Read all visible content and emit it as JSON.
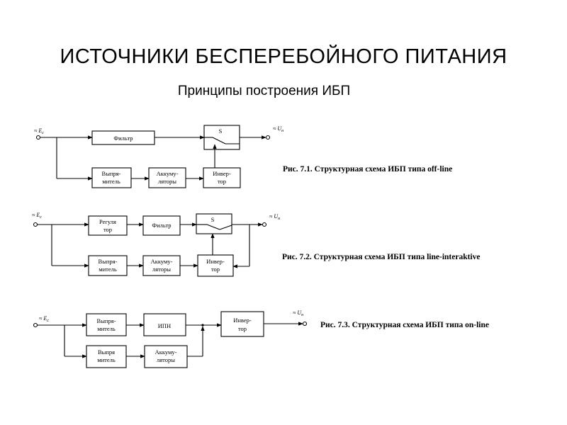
{
  "title": "ИСТОЧНИКИ БЕСПЕРЕБОЙНОГО ПИТАНИЯ",
  "subtitle": "Принципы построения ИБП",
  "diagrams": [
    {
      "caption": "Рис. 7.1. Структурная схема ИБП типа off-line",
      "input": "≈ E",
      "input_sub": "c",
      "output": "≈  U",
      "output_sub": "н",
      "blocks": {
        "filter": "Фильтр",
        "switch": "S",
        "rect_1": "Выпря-",
        "rect_2": "митель",
        "acc_1": "Аккуму-",
        "acc_2": "ляторы",
        "inv_1": "Инвер-",
        "inv_2": "тор"
      }
    },
    {
      "caption": "Рис. 7.2. Структурная схема ИБП типа line-interaktive",
      "input": "≈ E",
      "input_sub": "c",
      "output": "≈ U",
      "output_sub": "н",
      "blocks": {
        "reg_1": "Регуля",
        "reg_2": "тор",
        "filter": "Фильтр",
        "switch": "S",
        "rect_1": "Выпря-",
        "rect_2": "митель",
        "acc_1": "Аккуму-",
        "acc_2": "ляторы",
        "inv_1": "Инвер-",
        "inv_2": "тор"
      }
    },
    {
      "caption": "Рис. 7.3. Структурная схема ИБП типа on-line",
      "input": "≈ E",
      "input_sub": "c",
      "output": "≈ U",
      "output_sub": "н",
      "blocks": {
        "rect_top_1": "Выпря-",
        "rect_top_2": "митель",
        "ipn": "ИПН",
        "inv_1": "Инвер-",
        "inv_2": "тор",
        "rect_bot_1": "Выпря",
        "rect_bot_2": "митель",
        "acc_1": "Аккуму-",
        "acc_2": "ляторы"
      }
    }
  ]
}
